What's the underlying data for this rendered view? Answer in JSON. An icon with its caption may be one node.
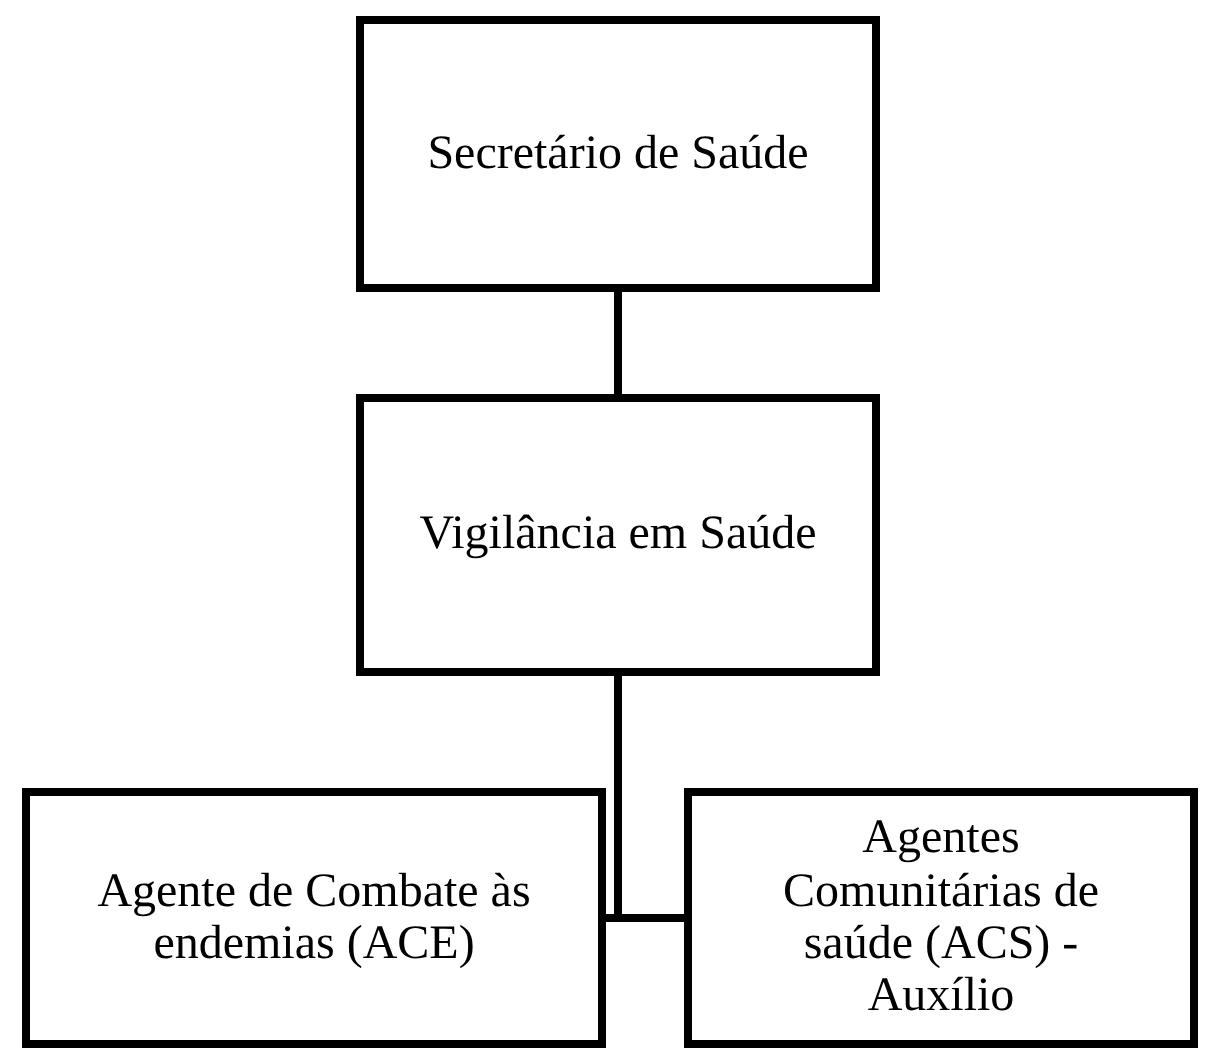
{
  "diagram": {
    "nodes": [
      {
        "text": [
          "Secretário de Saúde"
        ]
      },
      {
        "text": [
          "Vigilância em Saúde"
        ]
      },
      {
        "text": [
          "Agente de Combate às endemias (ACE)"
        ]
      },
      {
        "text": [
          "Agentes Comunitárias de saúde (ACS) - Auxílio"
        ]
      }
    ],
    "edges": [
      {
        "from": 0,
        "to": 1,
        "arrow": "none"
      },
      {
        "from": 1,
        "to": 2,
        "arrow": "none"
      },
      {
        "from": 1,
        "to": 3,
        "arrow": "none"
      }
    ]
  }
}
